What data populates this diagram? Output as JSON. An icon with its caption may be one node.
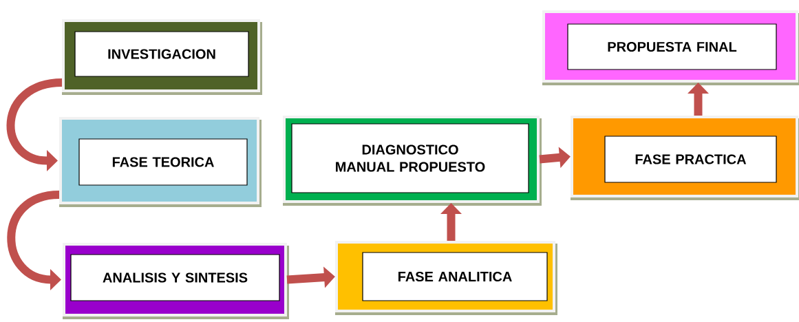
{
  "diagram": {
    "nodes": [
      {
        "text": [
          "INVESTIGACION"
        ]
      },
      {
        "text": [
          "FASE TEORICA"
        ]
      },
      {
        "text": [
          "ANALISIS Y SINTESIS"
        ]
      },
      {
        "text": [
          "FASE ANALITICA"
        ]
      },
      {
        "text": [
          "DIAGNOSTICO MANUAL PROPUESTO"
        ]
      },
      {
        "text": [
          "FASE PRACTICA"
        ]
      },
      {
        "text": [
          "PROPUESTA FINAL"
        ]
      }
    ],
    "edges": [
      {
        "from": 0,
        "to": 1,
        "arrow": "to"
      },
      {
        "from": 1,
        "to": 2,
        "arrow": "to"
      },
      {
        "from": 2,
        "to": 3,
        "arrow": "to"
      },
      {
        "from": 3,
        "to": 4,
        "arrow": "to"
      },
      {
        "from": 4,
        "to": 5,
        "arrow": "to"
      },
      {
        "from": 5,
        "to": 6,
        "arrow": "to"
      }
    ]
  }
}
